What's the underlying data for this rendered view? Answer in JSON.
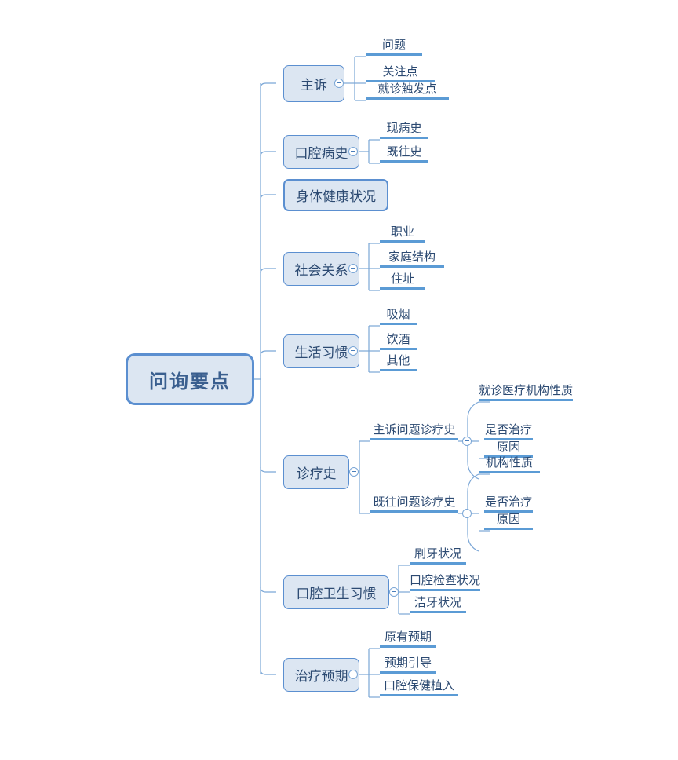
{
  "diagram": {
    "type": "mindmap",
    "title": "问询要点",
    "root": {
      "label": "问询要点"
    },
    "branches": [
      {
        "label": "主诉",
        "children": [
          {
            "label": "问题"
          },
          {
            "label": "关注点"
          },
          {
            "label": "就诊触发点"
          }
        ]
      },
      {
        "label": "口腔病史",
        "children": [
          {
            "label": "现病史"
          },
          {
            "label": "既往史"
          }
        ]
      },
      {
        "label": "身体健康状况",
        "children": []
      },
      {
        "label": "社会关系",
        "children": [
          {
            "label": "职业"
          },
          {
            "label": "家庭结构"
          },
          {
            "label": "住址"
          }
        ]
      },
      {
        "label": "生活习惯",
        "children": [
          {
            "label": "吸烟"
          },
          {
            "label": "饮酒"
          },
          {
            "label": "其他"
          }
        ]
      },
      {
        "label": "诊疗史",
        "children": [
          {
            "label": "主诉问题诊疗史",
            "children": [
              {
                "label": "就诊医疗机构性质"
              },
              {
                "label": "是否治疗"
              },
              {
                "label": "原因"
              }
            ]
          },
          {
            "label": "既往问题诊疗史",
            "children": [
              {
                "label": "机构性质"
              },
              {
                "label": "是否治疗"
              },
              {
                "label": "原因"
              }
            ]
          }
        ]
      },
      {
        "label": "口腔卫生习惯",
        "children": [
          {
            "label": "刷牙状况"
          },
          {
            "label": "口腔检查状况"
          },
          {
            "label": "洁牙状况"
          }
        ]
      },
      {
        "label": "治疗预期",
        "children": [
          {
            "label": "原有预期"
          },
          {
            "label": "预期引导"
          },
          {
            "label": "口腔保健植入"
          }
        ]
      }
    ],
    "icons": {
      "collapse": "minus-circle-icon"
    },
    "colors": {
      "node_fill": "#dce6f2",
      "node_border": "#5b8fd0",
      "leaf_underline": "#5b9bd5",
      "connector": "#7aa6d6",
      "text": "#2c4a72",
      "root_text": "#3a5f8f",
      "background": "#ffffff"
    }
  }
}
